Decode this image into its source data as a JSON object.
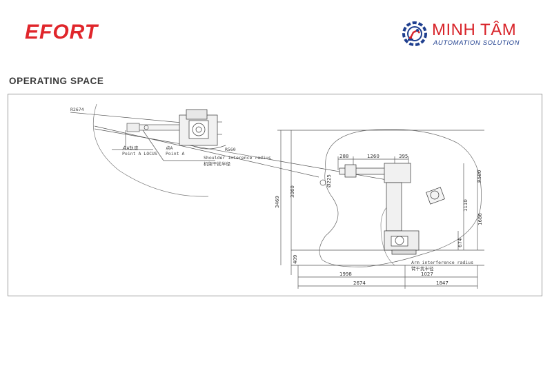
{
  "header": {
    "brand": "EFORT",
    "partner_name": "MINH TÂM",
    "partner_tagline": "AUTOMATION SOLUTION",
    "icon": "gear-robot-icon"
  },
  "section": {
    "title": "OPERATING SPACE"
  },
  "diagram": {
    "top_view": {
      "radius_label": "R2674",
      "point_a_locus_cn": "点A轨迹",
      "point_a_locus_en": "Point A LOCUS",
      "point_a_cn": "点A",
      "point_a_en": "Point A",
      "r560": "R560",
      "shoulder_en": "Shoulder interence radius",
      "shoulder_cn": "机架干扰半径"
    },
    "side_view": {
      "dim_288": "288",
      "dim_1260": "1260",
      "dim_395": "395",
      "dim_225": "Ø225",
      "dim_3469": "3469",
      "dim_3060": "3060",
      "dim_409": "409",
      "dim_1998": "1998",
      "dim_2674": "2674",
      "dim_1027": "1027",
      "dim_1847": "1847",
      "dim_1110": "1110",
      "dim_1686": "1686",
      "dim_674": "674",
      "dim_r580": "R580",
      "arm_en": "Arm interference radius",
      "arm_cn": "臂干扰半径"
    }
  }
}
